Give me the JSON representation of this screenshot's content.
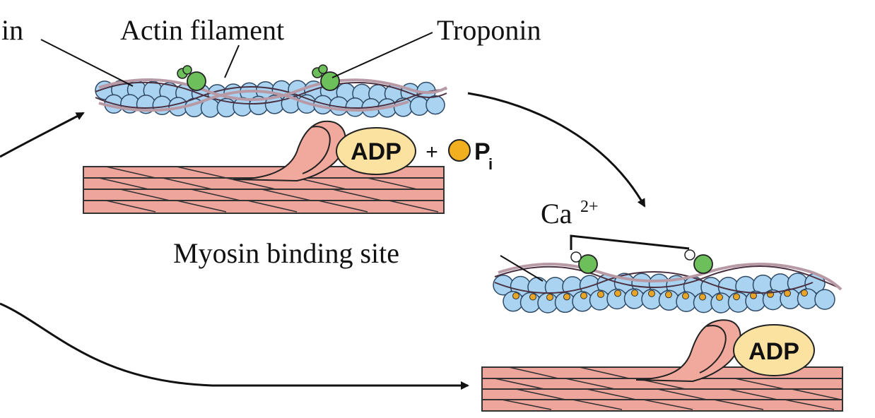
{
  "labels": {
    "left_partial": "in",
    "actin_filament": "Actin filament",
    "troponin": "Troponin",
    "myosin_binding_site": "Myosin binding site",
    "calcium": "Ca",
    "calcium_charge": "2+"
  },
  "badges": {
    "adp_top": "ADP",
    "plus": "+",
    "phosphate": "P",
    "phosphate_sub": "i",
    "adp_bottom": "ADP"
  },
  "colors": {
    "actin_bead": "#a9d3f0",
    "actin_outline": "#2f4a66",
    "tropomyosin_strand": "#7a5a6a",
    "troponin": "#6cbf5a",
    "myosin_head": "#f0a99c",
    "myosin_thick_filament": "#eea59c",
    "adp_fill": "#fbe2a0",
    "phosphate_fill": "#f2b020",
    "binding_site_dot": "#e8a526",
    "calcium_ion": "#ffffff"
  },
  "icons": [
    "curved-arrow-icon",
    "phosphate-circle-icon",
    "calcium-ion-icon"
  ]
}
